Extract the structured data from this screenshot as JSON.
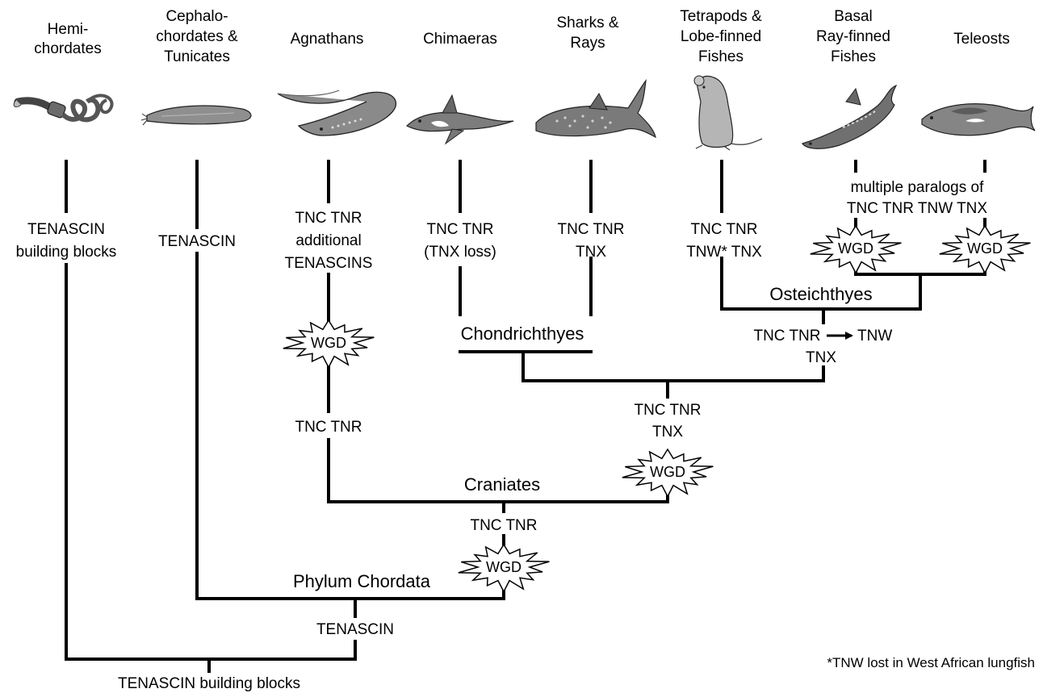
{
  "taxa": {
    "hemichordates": [
      "Hemi-",
      "chordates"
    ],
    "cephalochordates": [
      "Cephalo-",
      "chordates &",
      "Tunicates"
    ],
    "agnathans": [
      "Agnathans"
    ],
    "chimaeras": [
      "Chimaeras"
    ],
    "sharks": [
      "Sharks &",
      "Rays"
    ],
    "tetrapods": [
      "Tetrapods &",
      "Lobe-finned",
      "Fishes"
    ],
    "basal_ray_finned": [
      "Basal",
      "Ray-finned",
      "Fishes"
    ],
    "teleosts": [
      "Teleosts"
    ]
  },
  "genes": {
    "hemichordates": [
      "TENASCIN",
      "building blocks"
    ],
    "cephalochordates": [
      "TENASCIN"
    ],
    "agnathans": [
      "TNC TNR",
      "additional",
      "TENASCINS"
    ],
    "agnathans_stem": [
      "TNC TNR"
    ],
    "chimaeras": [
      "TNC TNR",
      "(TNX loss)"
    ],
    "sharks": [
      "TNC TNR",
      "TNX"
    ],
    "tetrapods": [
      "TNC TNR",
      "TNW* TNX"
    ],
    "ray_finned": [
      "multiple paralogs of",
      "TNC TNR TNW TNX"
    ],
    "osteichthyes_stem": [
      "TNC TNR",
      "TNX",
      "TNW"
    ],
    "gnathostomes": [
      "TNC  TNR",
      "TNX"
    ],
    "craniates_stem": [
      "TNC  TNR"
    ],
    "chordata_stem": [
      "TENASCIN"
    ],
    "root": [
      "TENASCIN building blocks"
    ]
  },
  "clades": {
    "osteichthyes": "Osteichthyes",
    "chondrichthyes": "Chondrichthyes",
    "craniates": "Craniates",
    "chordata": "Phylum Chordata"
  },
  "wgd_label": "WGD",
  "footnote": "*TNW lost in West African lungfish",
  "icons": [
    "acorn-worm-icon",
    "lancelet-icon",
    "lamprey-icon",
    "chimaera-icon",
    "whale-shark-icon",
    "rat-icon",
    "sturgeon-icon",
    "tuna-icon"
  ]
}
